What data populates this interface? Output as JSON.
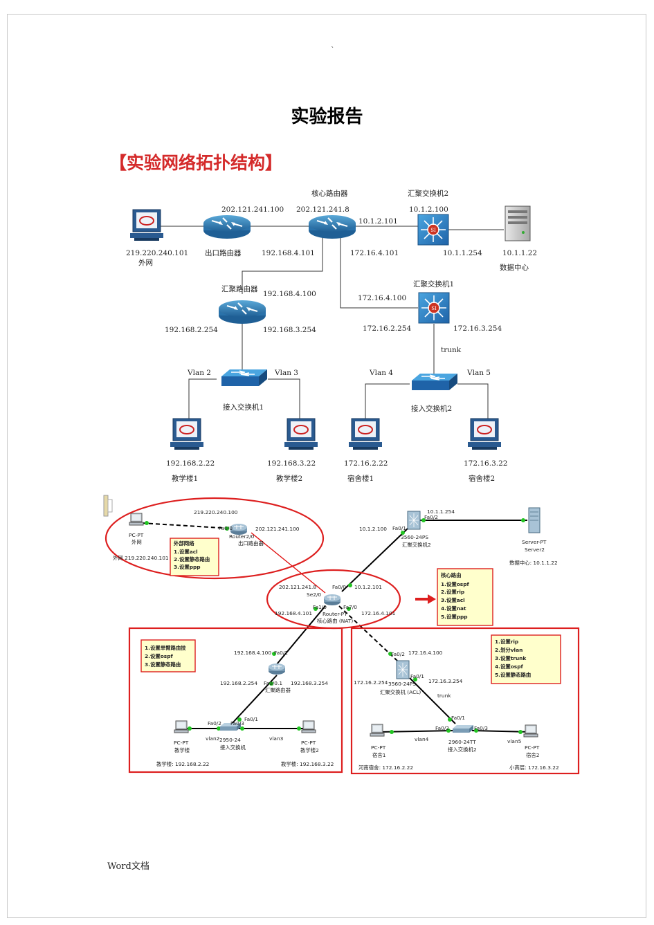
{
  "header_mark": "`",
  "title": "实验报告",
  "section_heading": "【实验网络拓扑结构】",
  "footer": "Word文档",
  "topology": {
    "ext_pc_ip": "219.220.240.101",
    "ext_pc_label": "外网",
    "exit_router_label": "出口路由器",
    "exit_router_ip": "202.121.241.100",
    "core_router_title": "核心路由器",
    "core_ip_wan": "202.121.241.8",
    "core_ip_right": "10.1.2.101",
    "core_ip_left_down": "192.168.4.101",
    "core_ip_right_down": "172.16.4.101",
    "agg_sw2_title": "汇聚交换机2",
    "agg_sw2_ip_up": "10.1.2.100",
    "agg_sw2_ip_down": "10.1.1.254",
    "server_ip": "10.1.1.22",
    "server_label": "数据中心",
    "agg_router_title": "汇聚路由器",
    "agg_router_ip_up": "192.168.4.100",
    "agg_router_ip_left": "192.168.2.254",
    "agg_router_ip_right": "192.168.3.254",
    "agg_sw1_title": "汇聚交换机1",
    "agg_sw1_ip_up": "172.16.4.100",
    "agg_sw1_ip_left": "172.16.2.254",
    "agg_sw1_ip_right": "172.16.3.254",
    "trunk": "trunk",
    "vlan2": "Vlan 2",
    "vlan3": "Vlan 3",
    "vlan4": "Vlan 4",
    "vlan5": "Vlan 5",
    "access_sw1": "接入交换机1",
    "access_sw2": "接入交换机2",
    "pc1_ip": "192.168.2.22",
    "pc1_name": "教学楼1",
    "pc2_ip": "192.168.3.22",
    "pc2_name": "教学楼2",
    "pc3_ip": "172.16.2.22",
    "pc3_name": "宿舍楼1",
    "pc4_ip": "172.16.3.22",
    "pc4_name": "宿舍楼2"
  },
  "packet_tracer": {
    "ext_pc_type": "PC-PT",
    "ext_pc_name": "外网",
    "ext_pc_ip": "外网 219.220.240.101",
    "ext_link_ip": "219.220.240.100",
    "exit_router_model": "Router2/0",
    "exit_router_name": "出口路由器",
    "exit_router_port": "Fa0/0",
    "exit_router_ip": "202.121.241.100",
    "ext_note_title": "外部网络",
    "ext_note_items": [
      "1.设置acl",
      "2.设置静态路由",
      "3.设置ppp"
    ],
    "server_link_ip": "10.1.1.254",
    "server_type": "Server-PT",
    "server_name": "Server2",
    "server_label": "数据中心: 10.1.1.22",
    "agg_sw2_ip": "10.1.2.100",
    "agg_sw2_port_left": "Fa0/1",
    "agg_sw2_port_right": "Fa0/2",
    "agg_sw2_model": "3560-24PS",
    "agg_sw2_name": "汇聚交换机2",
    "core_ip_wan": "202.121.241.8",
    "core_port_se": "Se2/0",
    "core_port_fa0": "Fa0/0",
    "core_ip_right": "10.1.2.101",
    "core_port_fa1": "Fa1/0",
    "core_port_fa7": "Fa7/0",
    "core_model": "Router-PT",
    "core_name": "核心路由 (NAT)",
    "core_ip_left_down": "192.168.4.101",
    "core_ip_right_down": "172.16.4.101",
    "core_note_title": "核心路由",
    "core_note_items": [
      "1.设置ospf",
      "2.设置rip",
      "3.设置acl",
      "4.设置nat",
      "5.设置ppp"
    ],
    "left_note_items": [
      "1.设置单臂路由技",
      "2.设置ospf",
      "3.设置静态路由"
    ],
    "agg_router_ip_up": "192.168.4.100",
    "agg_router_port_up": "Fa0/1",
    "agg_router_ip_left": "192.168.2.254",
    "agg_router_port_down": "Fa0/0.1",
    "agg_router_ip_right": "192.168.3.254",
    "agg_router_name": "汇聚路由器",
    "access_sw1_port_l": "Fa0/2",
    "access_sw1_port_up": "Fa0/1",
    "access_sw1_port_r": "Fa0/3",
    "access_sw1_model": "2950-24",
    "access_sw1_name": "接入交换机",
    "vlan2": "vlan2",
    "vlan3": "vlan3",
    "pc1_type": "PC-PT",
    "pc1_name": "教学楼",
    "pc1_label": "教学楼: 192.168.2.22",
    "pc2_type": "PC-PT",
    "pc2_name": "教学楼2",
    "pc2_label": "教学楼: 192.168.3.22",
    "right_note_items": [
      "1.设置rip",
      "2.划分vlan",
      "3.设置trunk",
      "4.设置ospf",
      "5.设置静态路由"
    ],
    "agg_sw1_port_up": "Fa0/2",
    "agg_sw1_ip_up": "172.16.4.100",
    "agg_sw1_ip_left": "172.16.2.254",
    "agg_sw1_model": "3560-24PS",
    "agg_sw1_port_r": "Fa0/1",
    "agg_sw1_ip_right": "172.16.3.254",
    "agg_sw1_name": "汇聚交换机 (ACL)",
    "trunk": "trunk",
    "access_sw2_port_up": "Fa0/1",
    "access_sw2_port_l": "Fa0/2",
    "access_sw2_port_r": "Fa0/3",
    "access_sw2_model": "2960-24TT",
    "access_sw2_name": "接入交换机2",
    "vlan4": "vlan4",
    "vlan5": "vlan5",
    "pc3_type": "PC-PT",
    "pc3_name": "宿舍1",
    "pc3_label": "河南宿舍: 172.16.2.22",
    "pc4_type": "PC-PT",
    "pc4_name": "宿舍2",
    "pc4_label": "小高层: 172.16.3.22"
  },
  "colors": {
    "heading": "#d42a2a",
    "annotation": "#dd1f1f",
    "note_bg": "#ffffcc",
    "link": "#000000",
    "green_dot": "#22c422"
  }
}
